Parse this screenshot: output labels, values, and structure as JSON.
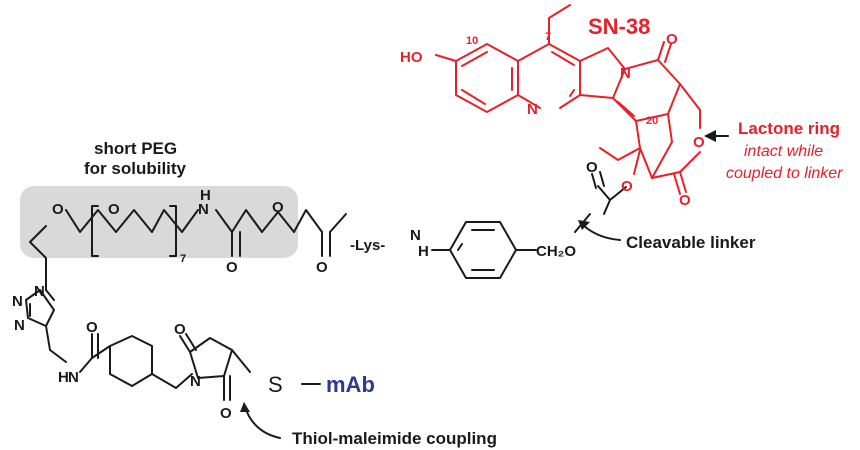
{
  "title": "SN-38",
  "colors": {
    "drug": "#e8202a",
    "antibody": "#2b3a93",
    "structure": "#1a1a1a",
    "peg_box": "#d9d9d9"
  },
  "labels": {
    "peg_line1": "short PEG",
    "peg_line2": "for solubility",
    "lactone_title": "Lactone ring",
    "lactone_line1": "intact while",
    "lactone_line2": "coupled to linker",
    "cleavable": "Cleavable linker",
    "thiol": "Thiol-maleimide coupling",
    "antibody": "mAb"
  },
  "atoms": {
    "ho": "HO",
    "n_quinoline": "N",
    "n_pyridone": "N",
    "o_ketone": "O",
    "o_ring": "O",
    "o_lactone_carbonyl": "O",
    "o_ester": "O",
    "o_carbonate": "O",
    "o_peg1": "O",
    "o_peg2": "O",
    "o_amide1": "O",
    "o_ether": "O",
    "o_amide2": "O",
    "o_amide3": "O",
    "o_imide_top": "O",
    "o_imide_bottom": "O",
    "n_amide1": "N",
    "h_amide1": "H",
    "n_aniline": "N",
    "h_aniline": "H",
    "n_amide3": "N",
    "h_amide3": "H",
    "n_imide": "N",
    "n_triazole1": "N",
    "n_triazole2": "N",
    "n_triazole3": "N",
    "sulfur": "S",
    "lys": "-Lys-",
    "ch2o": "CH₂O",
    "peg_repeat": "7",
    "pos7": "7",
    "pos10": "10",
    "pos20": "20"
  }
}
